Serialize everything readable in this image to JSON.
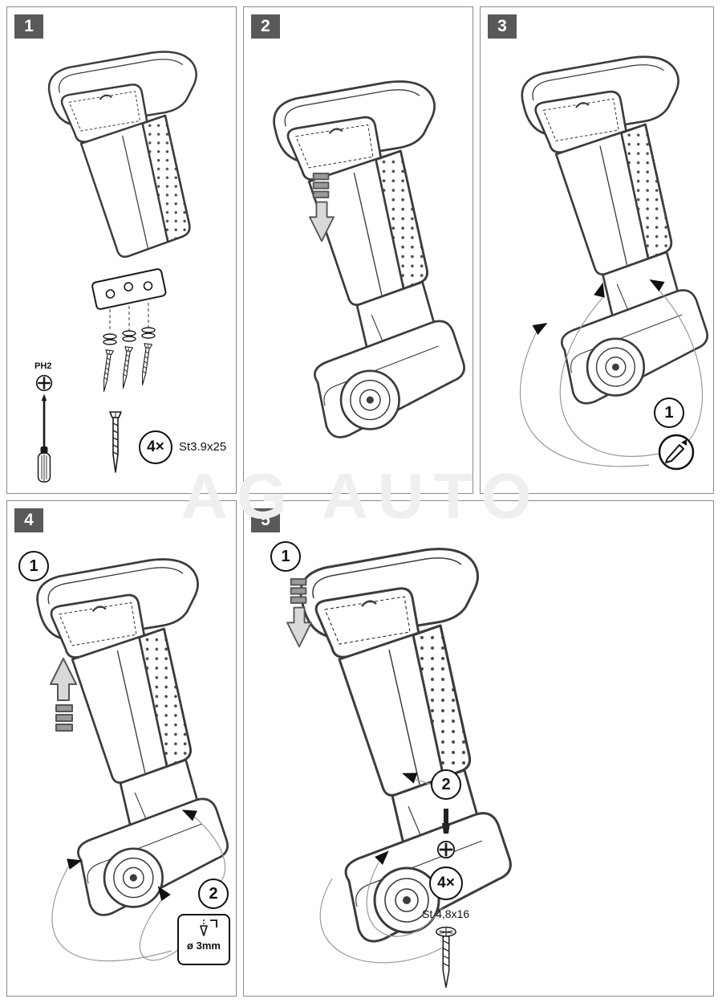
{
  "watermark": "AG AUTO",
  "steps": {
    "s1": {
      "label": "1",
      "tool": "PH2",
      "qty": "4×",
      "spec": "St3.9x25"
    },
    "s2": {
      "label": "2"
    },
    "s3": {
      "label": "3",
      "callout1": "1"
    },
    "s4": {
      "label": "4",
      "callout1": "1",
      "callout2": "2",
      "drill_spec": "ø 3mm"
    },
    "s5": {
      "label": "5",
      "callout1": "1",
      "callout2": "2",
      "qty": "4×",
      "spec": "St 4,8x16"
    }
  }
}
